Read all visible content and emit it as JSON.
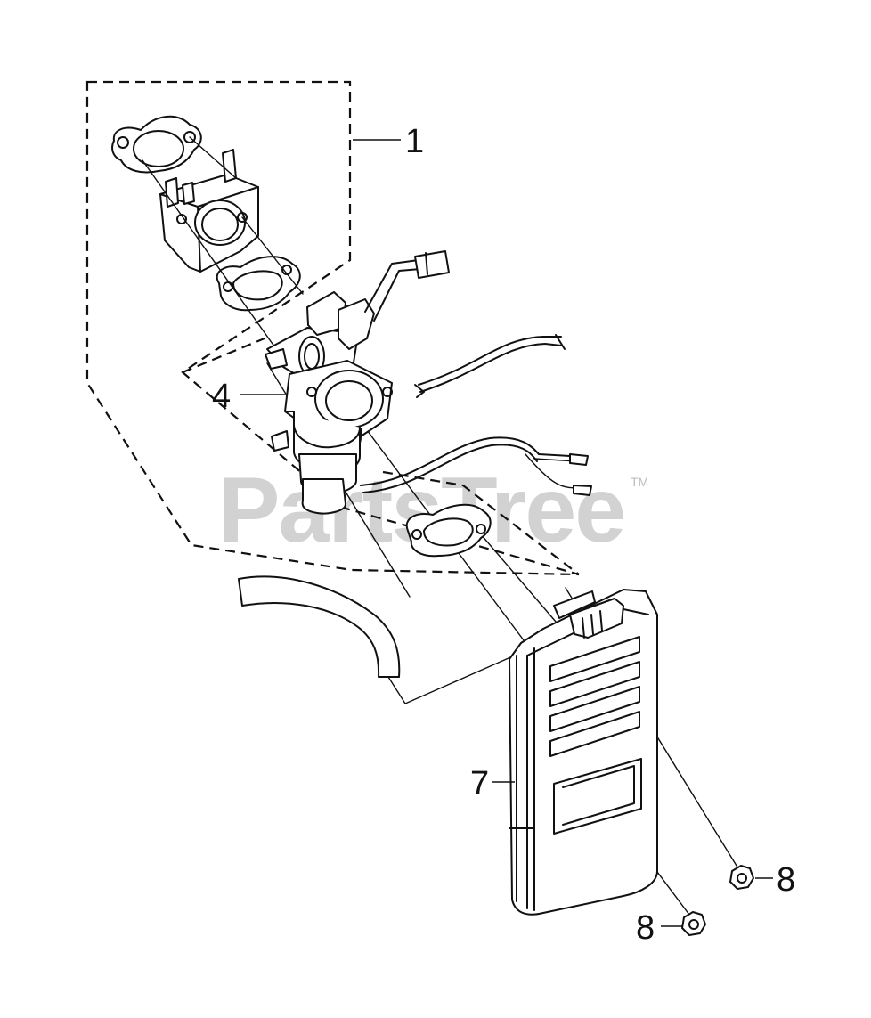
{
  "watermark": {
    "text": "PartsTree",
    "trademark": "TM"
  },
  "callouts": [
    {
      "id": "c1",
      "label": "1"
    },
    {
      "id": "c4",
      "label": "4"
    },
    {
      "id": "c7",
      "label": "7"
    },
    {
      "id": "c8a",
      "label": "8"
    },
    {
      "id": "c8b",
      "label": "8"
    }
  ]
}
